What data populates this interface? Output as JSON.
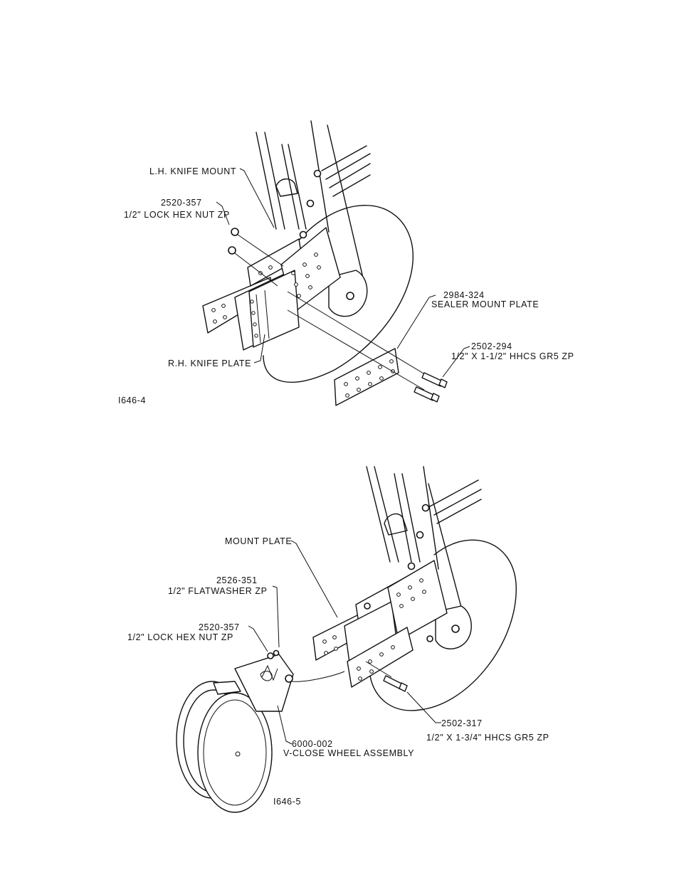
{
  "figure1": {
    "id": "I646-4",
    "callouts": {
      "lh_knife_mount": {
        "label": "L.H. KNIFE MOUNT"
      },
      "lock_nut": {
        "part": "2520-357",
        "desc": "1/2\" LOCK HEX NUT ZP"
      },
      "sealer_plate": {
        "part": "2984-324",
        "desc": "SEALER MOUNT PLATE"
      },
      "hhcs": {
        "part": "2502-294",
        "desc": "1/2\" X 1-1/2\" HHCS GR5 ZP"
      },
      "rh_knife_plate": {
        "label": "R.H. KNIFE PLATE"
      }
    }
  },
  "figure2": {
    "id": "I646-5",
    "callouts": {
      "mount_plate": {
        "label": "MOUNT PLATE"
      },
      "flatwasher": {
        "part": "2526-351",
        "desc": "1/2\" FLATWASHER ZP"
      },
      "lock_nut": {
        "part": "2520-357",
        "desc": "1/2\" LOCK HEX NUT ZP"
      },
      "hhcs": {
        "part": "2502-317",
        "desc": "1/2\" X 1-3/4\" HHCS GR5 ZP"
      },
      "wheel_assembly": {
        "part": "6000-002",
        "desc": "V-CLOSE WHEEL ASSEMBLY"
      }
    }
  }
}
